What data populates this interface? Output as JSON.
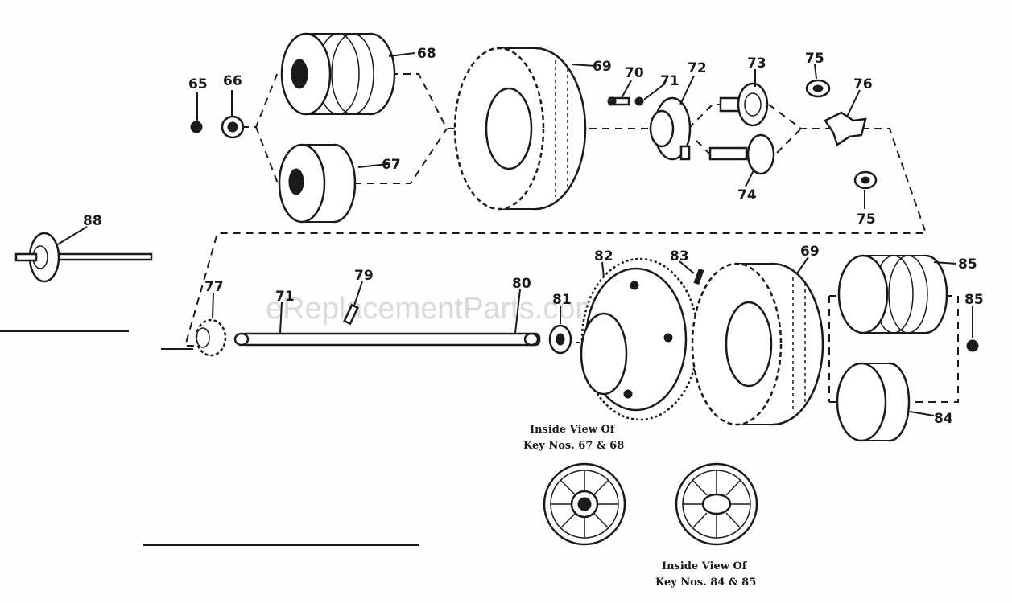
{
  "watermark": "eReplacementParts.com",
  "callouts": {
    "k65a": "65",
    "k66": "66",
    "k68": "68",
    "k67": "67",
    "k69a": "69",
    "k70": "70",
    "k71a": "71",
    "k72": "72",
    "k73": "73",
    "k75a": "75",
    "k76": "76",
    "k74": "74",
    "k75b": "75",
    "k88": "88",
    "k77": "77",
    "k71b": "71",
    "k79": "79",
    "k80": "80",
    "k81": "81",
    "k82": "82",
    "k83": "83",
    "k69b": "69",
    "k85a": "85",
    "k85b": "85",
    "k84": "84"
  },
  "captions": {
    "inside_67_68_line1": "Inside View Of",
    "inside_67_68_line2": "Key Nos. 67 & 68",
    "inside_84_85_line1": "Inside View Of",
    "inside_84_85_line2": "Key Nos. 84 & 85"
  }
}
